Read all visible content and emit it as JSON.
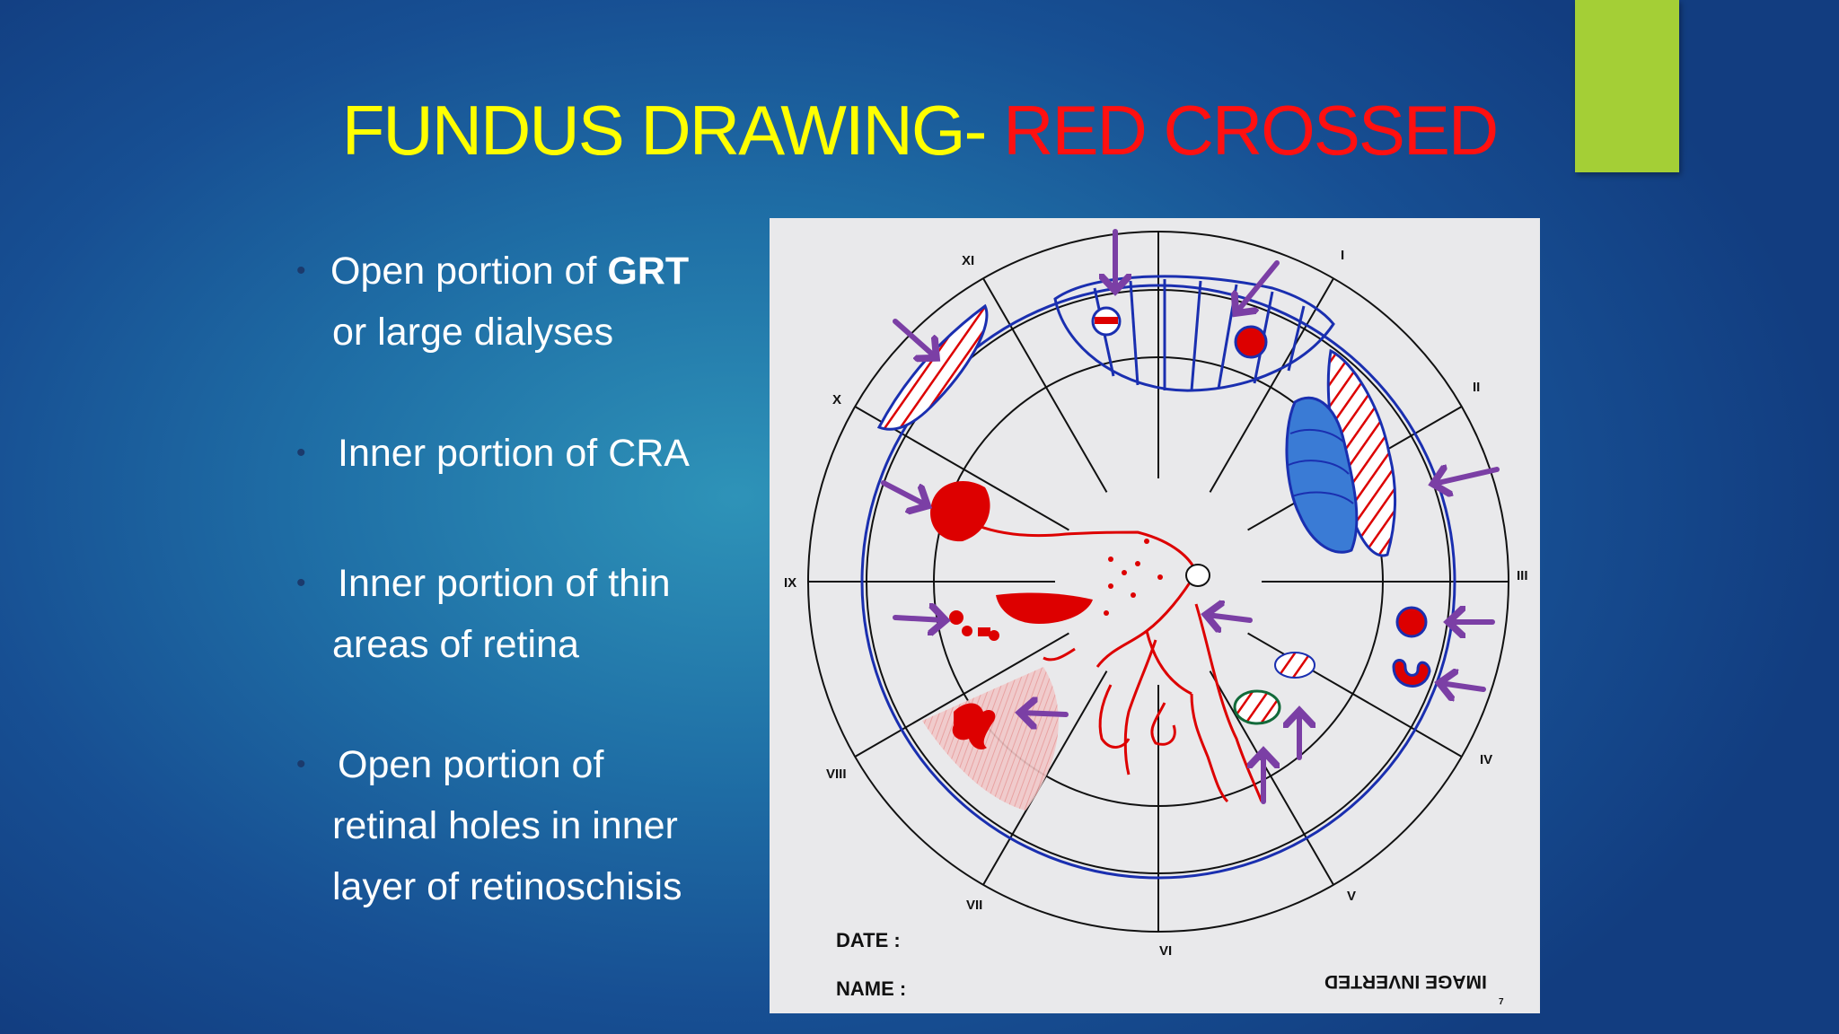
{
  "slide": {
    "title_part1": "FUNDUS DRAWING- ",
    "title_part2": "RED CROSSED",
    "bullets": [
      {
        "line1_pre": "Open portion of ",
        "line1_bold": "GRT",
        "line2": "or large dialyses"
      },
      {
        "line1_pre": "Inner portion of CRA",
        "line1_bold": "",
        "line2": ""
      },
      {
        "line1_pre": "Inner portion of  thin",
        "line1_bold": "",
        "line2": "areas of retina"
      },
      {
        "line1_pre": "Open portion of",
        "line1_bold": "",
        "line2": "retinal holes in inner",
        "line3": "layer of retinoschisis"
      }
    ],
    "bullet_glyph": "•"
  },
  "figure": {
    "clock_labels": [
      "XI",
      "I",
      "II",
      "III",
      "IV",
      "V",
      "VI",
      "VII",
      "VIII",
      "IX",
      "X"
    ],
    "date_label": "DATE :",
    "name_label": "NAME :",
    "inverted_label": "IMAGE INVERTED",
    "page_mark": "7"
  },
  "colors": {
    "title_yellow": "#ffff00",
    "title_red": "#ff1010",
    "accent_green": "#a4cf36",
    "arrow_purple": "#7b3fa5",
    "retina_blue": "#1a2fb0",
    "lesion_red": "#dd0000"
  }
}
